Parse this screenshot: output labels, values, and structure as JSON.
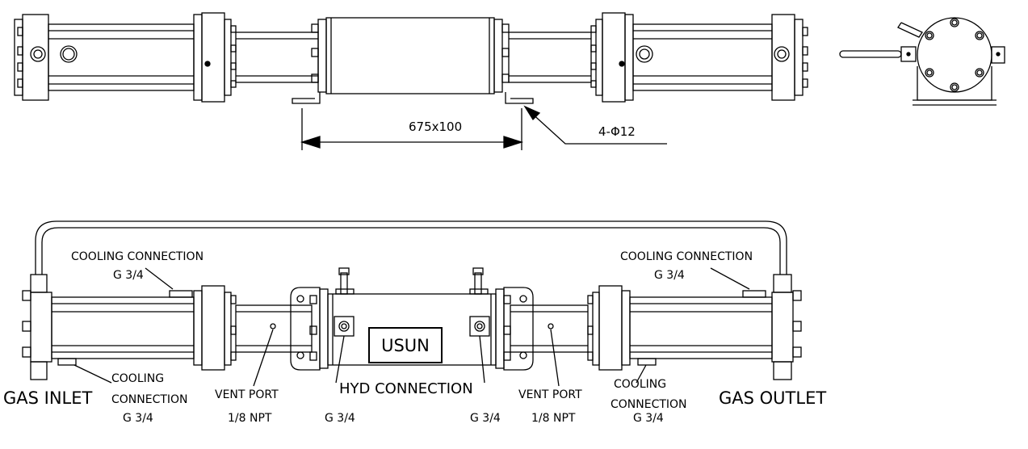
{
  "top_view": {
    "dimension": "675x100",
    "mount_holes": "4-Φ12"
  },
  "front_view": {
    "cooling_top_left": {
      "line1": "COOLING  CONNECTION",
      "line2": "G 3/4"
    },
    "cooling_top_right": {
      "line1": "COOLING  CONNECTION",
      "line2": "G 3/4"
    },
    "cooling_bottom_left": {
      "line1": "COOLING",
      "line2": "CONNECTION",
      "line3": "G 3/4"
    },
    "cooling_bottom_right": {
      "line1": "COOLING",
      "line2": "CONNECTION",
      "line3": "G 3/4"
    },
    "gas_inlet": "GAS INLET",
    "gas_outlet": "GAS OUTLET",
    "vent_port_left": {
      "line1": "VENT PORT",
      "line2": "1/8 NPT"
    },
    "vent_port_right": {
      "line1": "VENT PORT",
      "line2": "1/8 NPT"
    },
    "hyd_connection": "HYD CONNECTION",
    "hyd_left_size": "G 3/4",
    "hyd_right_size": "G 3/4",
    "brand": "USUN"
  }
}
